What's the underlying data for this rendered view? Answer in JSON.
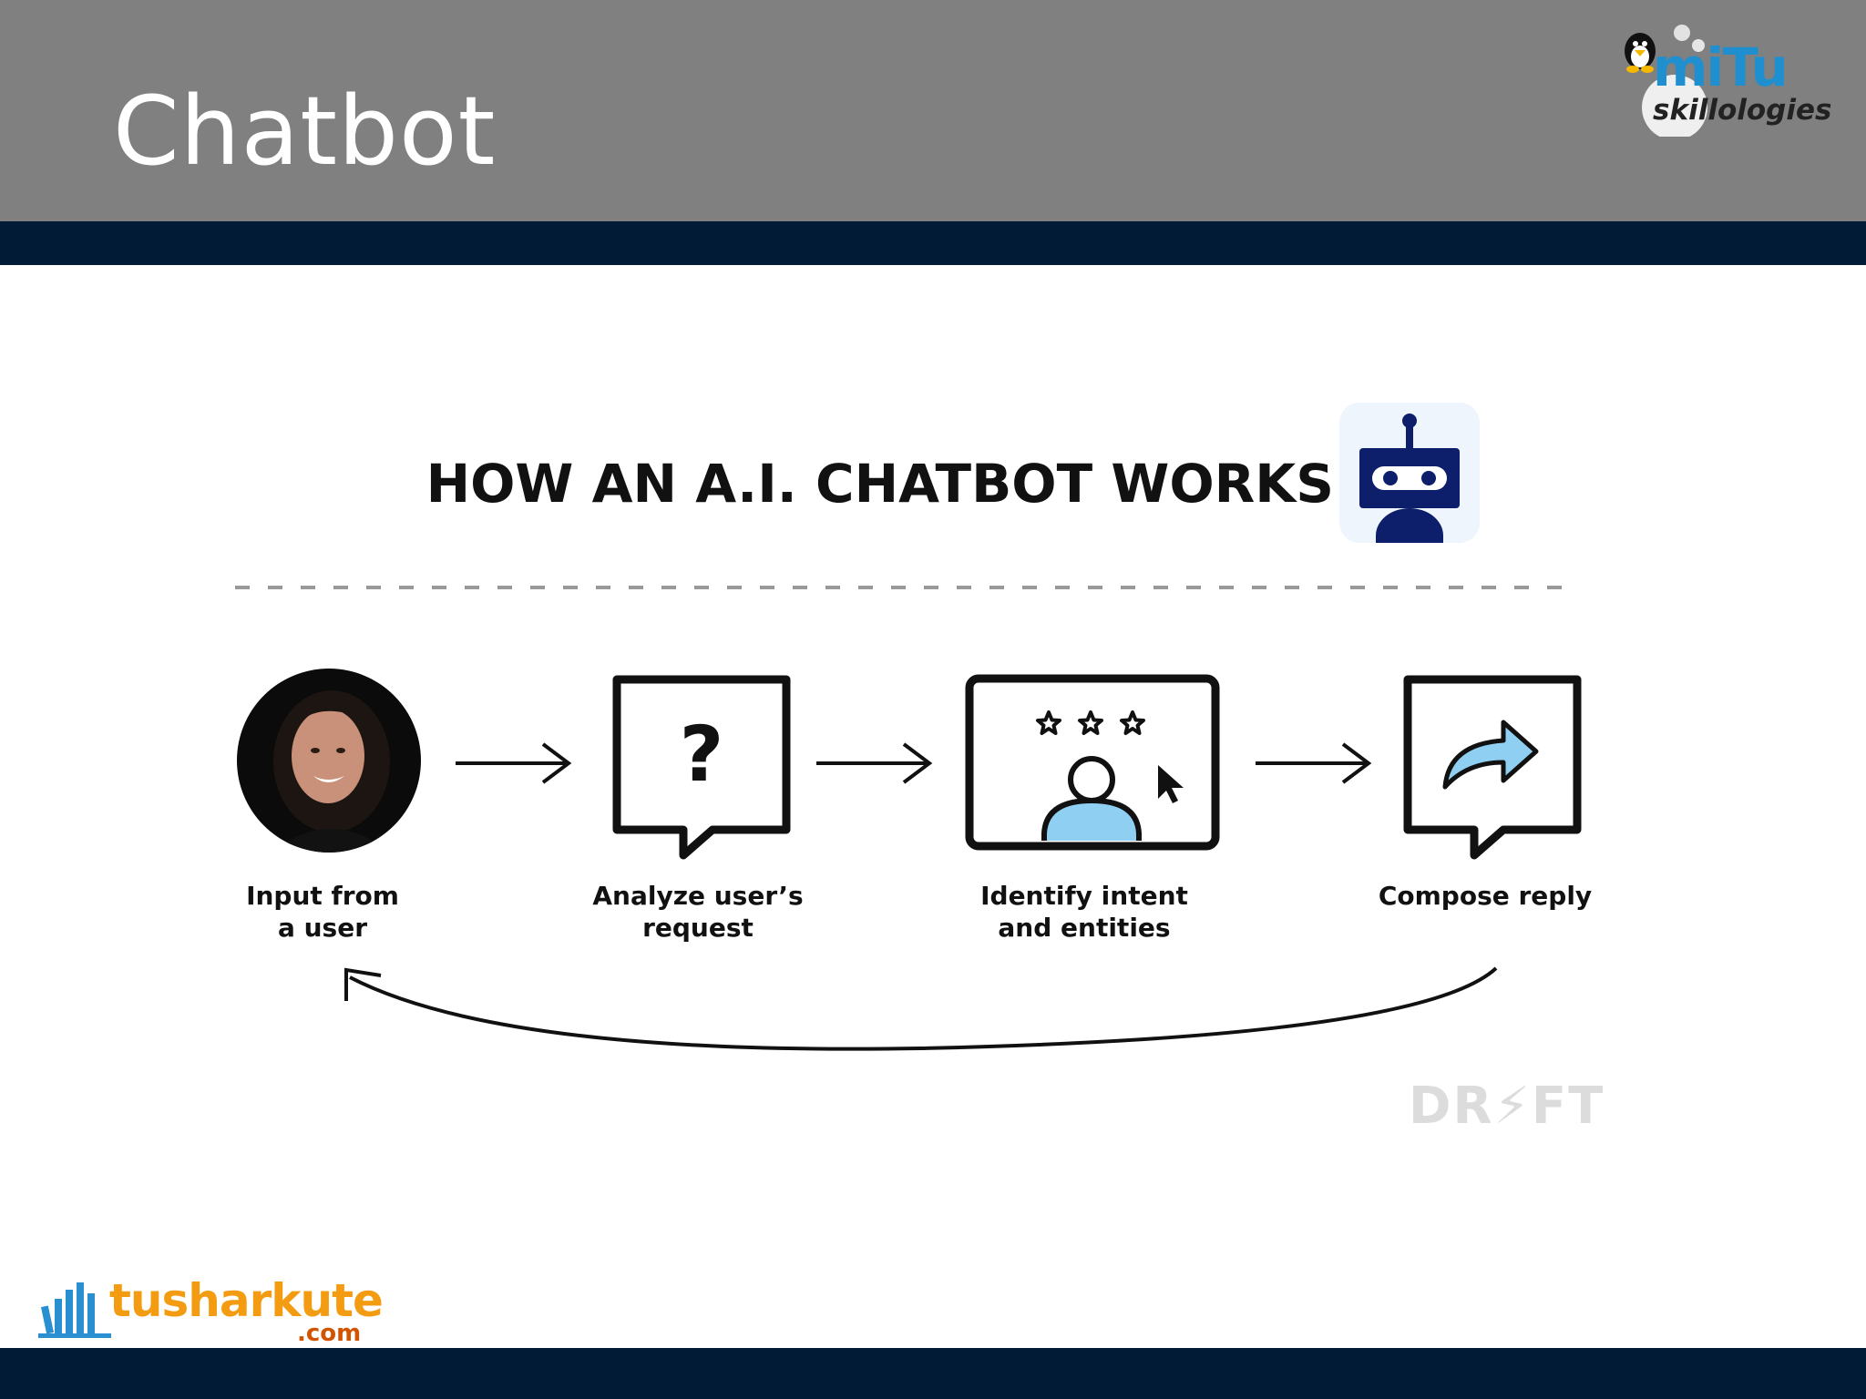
{
  "slide": {
    "title": "Chatbot"
  },
  "brand_logo": {
    "word": "miTu",
    "sub": "skillologies"
  },
  "diagram": {
    "title": "HOW AN A.I. CHATBOT WORKS",
    "steps": [
      {
        "label_line1": "Input from",
        "label_line2": "a user",
        "icon": "user-photo"
      },
      {
        "label_line1": "Analyze user’s",
        "label_line2": "request",
        "icon": "question-speech-bubble-icon"
      },
      {
        "label_line1": "Identify intent",
        "label_line2": "and entities",
        "icon": "rating-user-screen-icon"
      },
      {
        "label_line1": "Compose reply",
        "label_line2": "",
        "icon": "reply-arrow-speech-bubble-icon"
      }
    ],
    "watermark": "DR⚡FT",
    "colors": {
      "accent_blue": "#8fd0f2",
      "robot_navy": "#0d1f6b",
      "ink": "#111111"
    }
  },
  "site_logo": {
    "word": "tusharkute",
    "tld": ".com"
  },
  "colors": {
    "header_gray": "#808080",
    "band_navy": "#011b36"
  }
}
